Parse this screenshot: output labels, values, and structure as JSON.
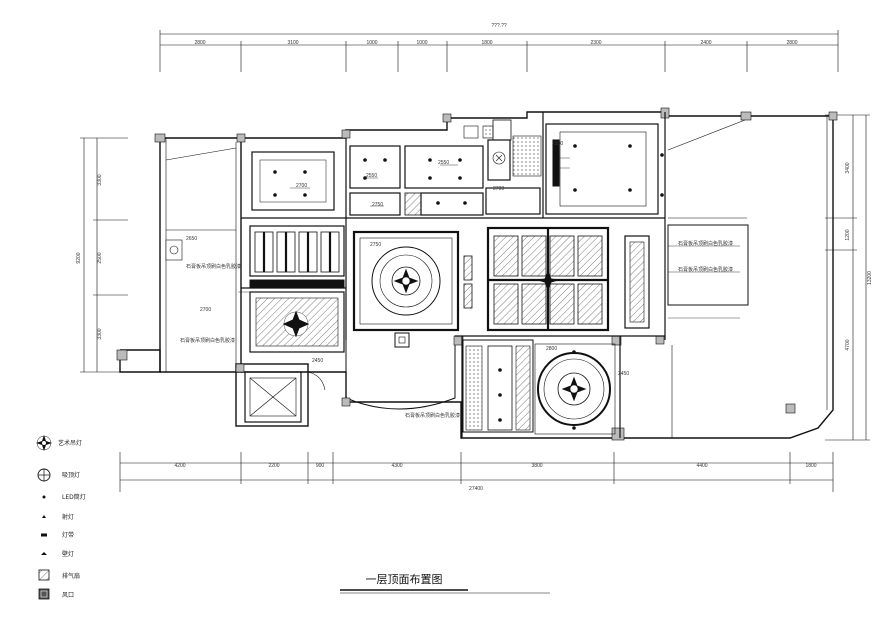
{
  "drawing": {
    "title": "一层顶面布置图"
  },
  "top_dims": {
    "overall": "???.??",
    "segments": [
      "2800",
      "3100",
      "1000",
      "1000",
      "1800",
      "2300",
      "2400",
      "2800"
    ]
  },
  "bottom_dims": {
    "overall": "27400",
    "segments": [
      "4200",
      "2200",
      "900",
      "4300",
      "3800",
      "4400",
      "1800"
    ]
  },
  "left_dims": {
    "overall": "9200",
    "segments": [
      "3300",
      "2500",
      "3300"
    ]
  },
  "right_dims": {
    "overall": "13200",
    "segments": [
      "3400",
      "1200",
      "4700"
    ]
  },
  "legend": [
    {
      "icon": "crystal-chandelier-icon",
      "label": "艺术吊灯"
    },
    {
      "icon": "ceiling-lamp-icon",
      "label": "吸顶灯"
    },
    {
      "icon": "led-downlight-icon",
      "label": "LED筒灯"
    },
    {
      "icon": "spotlight-icon",
      "label": "射灯"
    },
    {
      "icon": "strip-light-icon",
      "label": "灯带"
    },
    {
      "icon": "wall-lamp-icon",
      "label": "壁灯"
    },
    {
      "icon": "exhaust-fan-icon",
      "label": "排气扇"
    },
    {
      "icon": "ac-vent-icon",
      "label": "风口"
    }
  ],
  "annotations": {
    "ceiling_1": "2700",
    "ceiling_2": "2550",
    "ceiling_3": "2550",
    "ceiling_4": "2750",
    "ceiling_5": "2700",
    "ceiling_6": "2800",
    "ceiling_7": "2650",
    "ceiling_8": "2700",
    "ceiling_9": "2750",
    "ceiling_10": "2800",
    "note_1": "石膏板吊顶刷白色乳胶漆",
    "note_2": "石膏板吊顶刷白色乳胶漆",
    "note_3": "石膏板吊顶刷白色乳胶漆",
    "note_4": "石膏板吊顶刷白色乳胶漆",
    "note_5": "石膏板吊顶刷白色乳胶漆",
    "elev_a": "2450",
    "elev_b": "2450"
  }
}
